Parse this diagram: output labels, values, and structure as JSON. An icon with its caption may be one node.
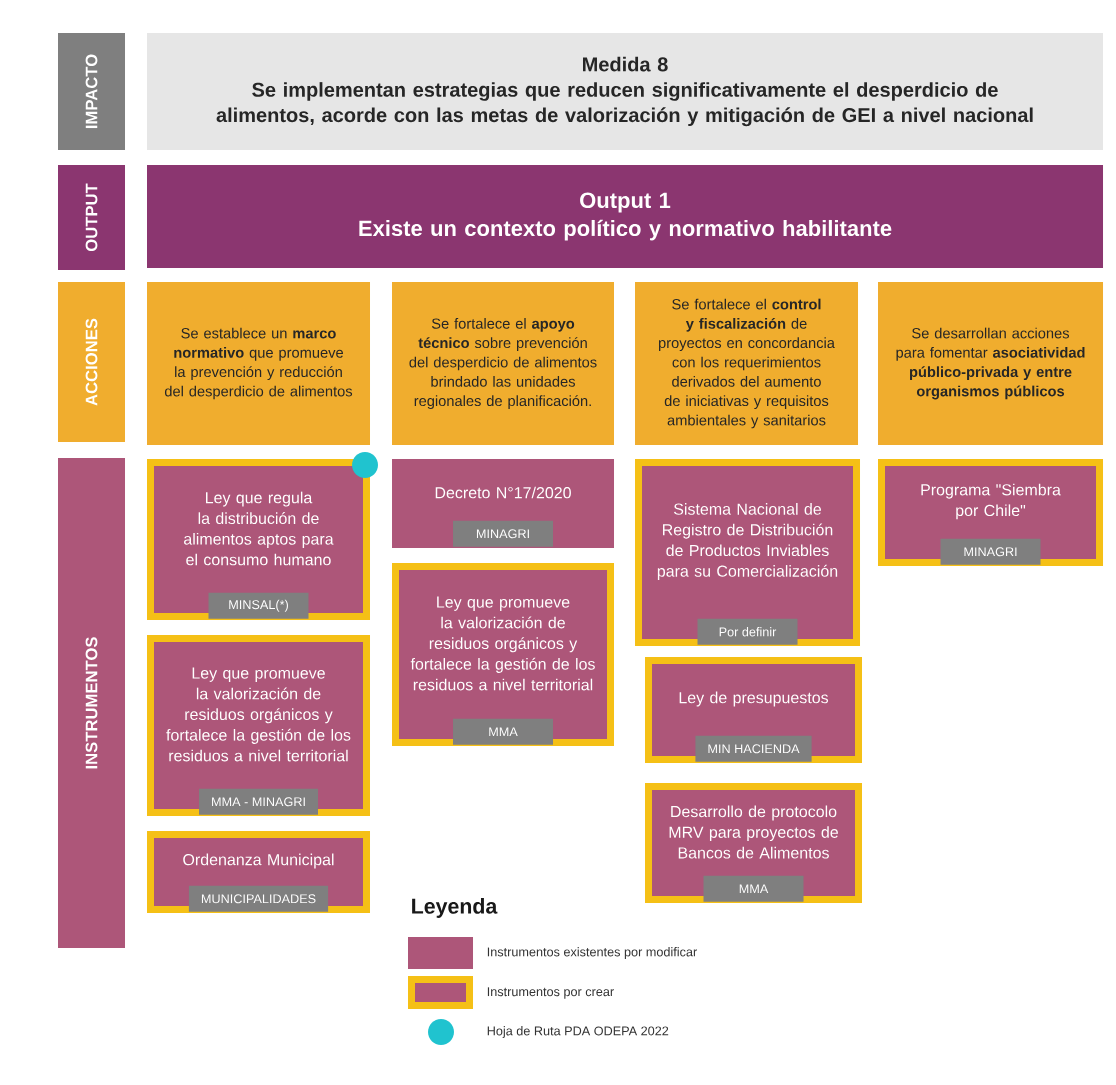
{
  "diagram": {
    "nodes": [
      {
        "text": [
          "IMPACTO"
        ]
      },
      {
        "text": [
          "Medida 8",
          "Se implementan estrategias que reducen significativamente el desperdicio de alimentos, acorde con las metas de valorización y mitigación de GEI a nivel nacional"
        ]
      },
      {
        "text": [
          "OUTPUT"
        ]
      },
      {
        "text": [
          "Output 1",
          "Existe un contexto político y normativo habilitante"
        ]
      },
      {
        "text": [
          "ACCIONES"
        ]
      },
      {
        "text": [
          "Se establece un **marco normativo** que promueve la prevención y reducción del desperdicio de alimentos"
        ]
      },
      {
        "text": [
          "Se fortalece el **apoyo técnico** sobre prevención del desperdicio de alimentos brindado las unidades regionales de planificación."
        ]
      },
      {
        "text": [
          "Se fortalece el **control y fiscalización** de proyectos en concordancia con los requerimientos derivados del aumento de iniciativas y requisitos ambientales y sanitarios"
        ]
      },
      {
        "text": [
          "Se desarrollan acciones para fomentar **asociatividad público-privada y entre organismos públicos**"
        ]
      },
      {
        "text": [
          "INSTRUMENTOS"
        ]
      },
      {
        "text": [
          "Ley que regula la distribución de alimentos aptos para el consumo humano",
          "MINSAL(*)"
        ]
      },
      {
        "text": [
          "Ley que promueve la valorización de residuos orgánicos y fortalece la gestión de los residuos a nivel territorial",
          "MMA - MINAGRI"
        ]
      },
      {
        "text": [
          "Ordenanza Municipal",
          "MUNICIPALIDADES"
        ]
      },
      {
        "text": [
          "Decreto N°17/2020",
          "MINAGRI"
        ]
      },
      {
        "text": [
          "Ley que promueve la valorización de residuos orgánicos y fortalece la gestión de los residuos a nivel territorial",
          "MMA"
        ]
      },
      {
        "text": [
          "Sistema Nacional de Registro de Distribución de Productos Inviables para su Comercialización",
          "Por definir"
        ]
      },
      {
        "text": [
          "Ley de presupuestos",
          "MIN HACIENDA"
        ]
      },
      {
        "text": [
          "Desarrollo de protocolo MRV para proyectos de Bancos de Alimentos",
          "MMA"
        ]
      },
      {
        "text": [
          "Programa \"Siembra por Chile\"",
          "MINAGRI"
        ]
      }
    ],
    "labels": [
      "Leyenda"
    ],
    "legend": [
      {
        "text": "Instrumentos existentes por modificar",
        "color": "#ad5679"
      },
      {
        "text": "Instrumentos por crear"
      },
      {
        "text": "Hoja de Ruta PDA ODEPA 2022",
        "color": "#20c3cf"
      }
    ]
  }
}
